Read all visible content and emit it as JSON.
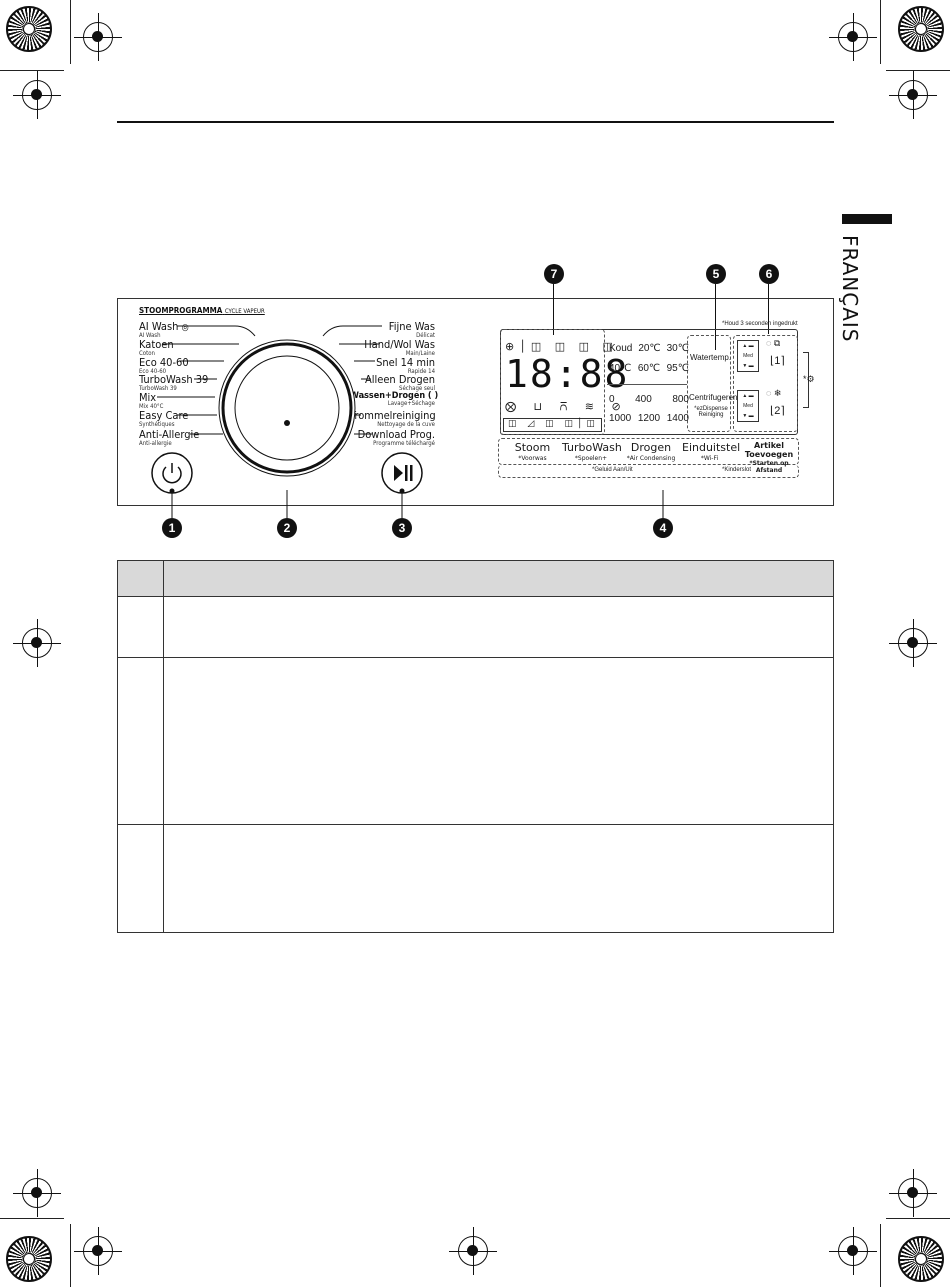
{
  "sidebar": {
    "language": "FRANÇAIS"
  },
  "panel": {
    "header": "STOOMPROGRAMMA",
    "header_sub": "CYCLE VAPEUR",
    "left_programs": [
      {
        "name": "AI Wash",
        "sub": "AI Wash"
      },
      {
        "name": "Katoen",
        "sub": "Coton"
      },
      {
        "name": "Eco 40-60",
        "sub": "Eco 40-60"
      },
      {
        "name": "TurboWash 39",
        "sub": "TurboWash 39"
      },
      {
        "name": "Mix",
        "sub": "Mix 40°C"
      },
      {
        "name": "Easy Care",
        "sub": "Synthétiques"
      },
      {
        "name": "Anti-Allergie",
        "sub": "Anti-allergie"
      }
    ],
    "right_programs": [
      {
        "name": "Fijne Was",
        "sub": "Délicat"
      },
      {
        "name": "Hand/Wol Was",
        "sub": "Main/Laine"
      },
      {
        "name": "Snel 14 min",
        "sub": "Rapide 14"
      },
      {
        "name": "Alleen Drogen",
        "sub": "Séchage seul"
      },
      {
        "name": "Wassen+Drogen",
        "sub": "Lavage+Séchage"
      },
      {
        "name": "Trommelreiniging",
        "sub": "Nettoyage de la cuve"
      },
      {
        "name": "Download Prog.",
        "sub": "Programme téléchargé"
      }
    ],
    "display": {
      "time": "18:88",
      "temps_row1": [
        "Koud",
        "20℃",
        "30℃"
      ],
      "temps_row2": [
        "40℃",
        "60℃",
        "95℃"
      ],
      "spin_row1": [
        "0",
        "400",
        "800"
      ],
      "spin_row2": [
        "1000",
        "1200",
        "1400"
      ],
      "watertemp": "Watertemp.",
      "centrifugeren": "Centrifugeren",
      "ezdispense": "*ezDispense",
      "reiniging": "Reiniging",
      "hold_note": "*Houd 3 seconden ingedrukt",
      "med": "Med",
      "slot1": "1",
      "slot2": "2"
    },
    "buttons": [
      {
        "label": "Stoom",
        "sub": "*Voorwas"
      },
      {
        "label": "TurboWash",
        "sub": "*Spoelen+"
      },
      {
        "label": "Drogen",
        "sub": "*Air Condensing"
      },
      {
        "label": "Einduitstel",
        "sub": "*Wi-Fi"
      },
      {
        "label": "Artikel Toevoegen",
        "sub": "*Starten op Afstand"
      }
    ],
    "geluid": "*Geluid Aan/Uit",
    "kinderslot": "*Kinderslot"
  },
  "callouts": [
    "1",
    "2",
    "3",
    "4",
    "5",
    "6",
    "7"
  ],
  "colors": {
    "ink": "#111111",
    "table_header": "#d9d9d9"
  }
}
